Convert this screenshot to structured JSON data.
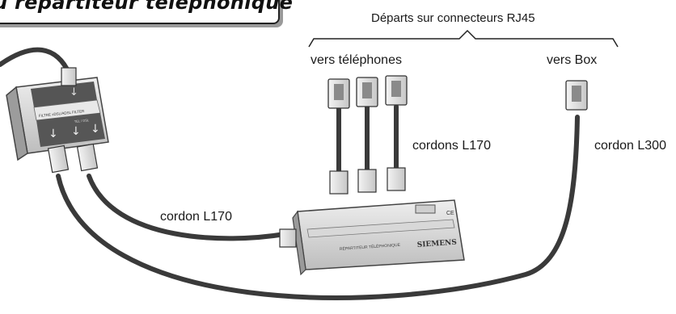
{
  "title": "u répartiteur téléphonique",
  "labels": {
    "departs": "Départs sur connecteurs RJ45",
    "vers_telephones": "vers téléphones",
    "vers_box": "vers Box",
    "cordons_l170": "cordons L170",
    "cordon_l300": "cordon L300",
    "cordon_l170": "cordon L170"
  },
  "filter_label": "FILTRE xDSL/ADSL FILTER",
  "filter_sublabel": "TEL / DSL",
  "splitter_label": "RÉPARTITEUR TÉLÉPHONIQUE",
  "brand": "SIEMENS",
  "ce_mark": "CE"
}
